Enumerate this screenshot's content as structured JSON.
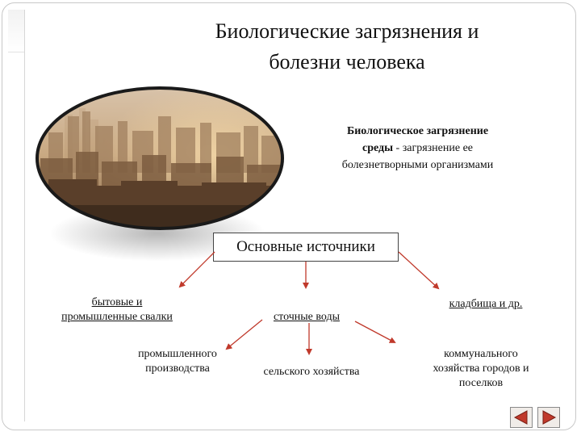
{
  "slide": {
    "title_line1": "Биологические загрязнения и",
    "title_line2": "болезни человека",
    "definition": {
      "term_line1": "Биологическое загрязнение",
      "term_line2": "среды",
      "rest_line2": " - загрязнение ее",
      "line3": "болезнетворными организмами"
    },
    "sources_label": "Основные источники",
    "items": {
      "household_line1": "бытовые и",
      "household_line2": "промышленные свалки",
      "sewage": "сточные воды",
      "cemeteries": "кладбища и др.",
      "industry_line1": "промышленного",
      "industry_line2": "производства",
      "agriculture": "сельского хозяйства",
      "communal_line1": "коммунального",
      "communal_line2": "хозяйства городов и",
      "communal_line3": "поселков"
    }
  },
  "image": {
    "subject": "city-smog-photo"
  },
  "navigation": {
    "prev_icon": "triangle-left-icon",
    "next_icon": "triangle-right-icon",
    "arrow_color": "#c0392b"
  }
}
